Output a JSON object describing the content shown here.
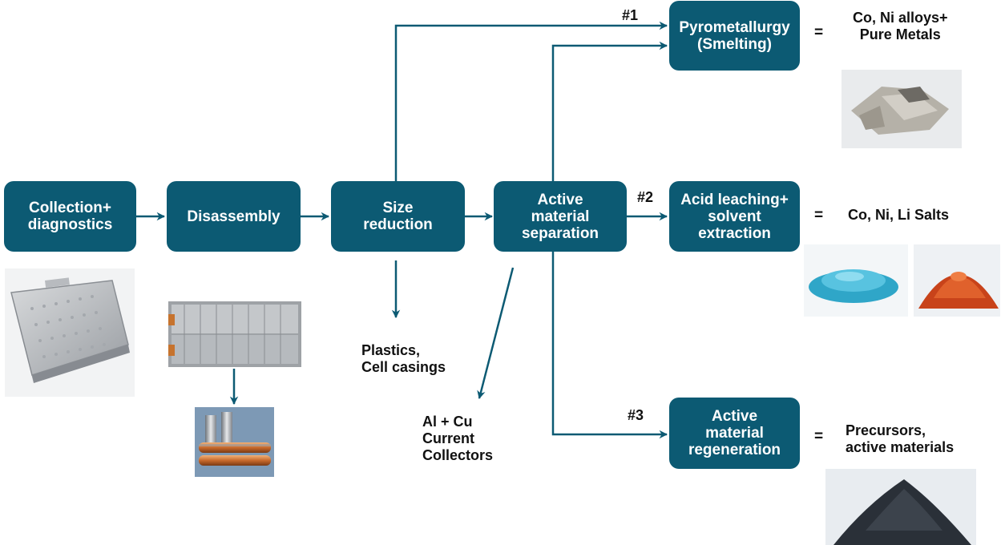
{
  "colors": {
    "box": "#0c5a73",
    "arrow": "#0c5a73",
    "text": "#111111"
  },
  "process_steps": [
    {
      "id": "collection",
      "lines": [
        "Collection+",
        "diagnostics"
      ]
    },
    {
      "id": "disassembly",
      "lines": [
        "Disassembly"
      ]
    },
    {
      "id": "size-reduction",
      "lines": [
        "Size",
        "reduction"
      ]
    },
    {
      "id": "active-separation",
      "lines": [
        "Active",
        "material",
        "separation"
      ]
    }
  ],
  "routes": [
    {
      "number": "#1",
      "box_lines": [
        "Pyrometallurgy",
        "(Smelting)"
      ],
      "equals": "=",
      "product_lines": [
        "Co, Ni alloys+",
        "Pure Metals"
      ]
    },
    {
      "number": "#2",
      "box_lines": [
        "Acid leaching+",
        "solvent",
        "extraction"
      ],
      "equals": "=",
      "product_lines": [
        "Co, Ni, Li Salts"
      ]
    },
    {
      "number": "#3",
      "box_lines": [
        "Active",
        "material",
        "regeneration"
      ],
      "equals": "=",
      "product_lines": [
        "Precursors,",
        "active materials"
      ]
    }
  ],
  "byproducts": {
    "plastics": [
      "Plastics,",
      "Cell casings"
    ],
    "collectors": [
      "Al + Cu",
      "Current",
      "Collectors"
    ]
  },
  "images": [
    "battery-pack-photo",
    "battery-module-photo",
    "battery-cells-photo",
    "metal-alloy-photo",
    "blue-salt-photo",
    "red-salt-photo",
    "black-powder-photo"
  ]
}
